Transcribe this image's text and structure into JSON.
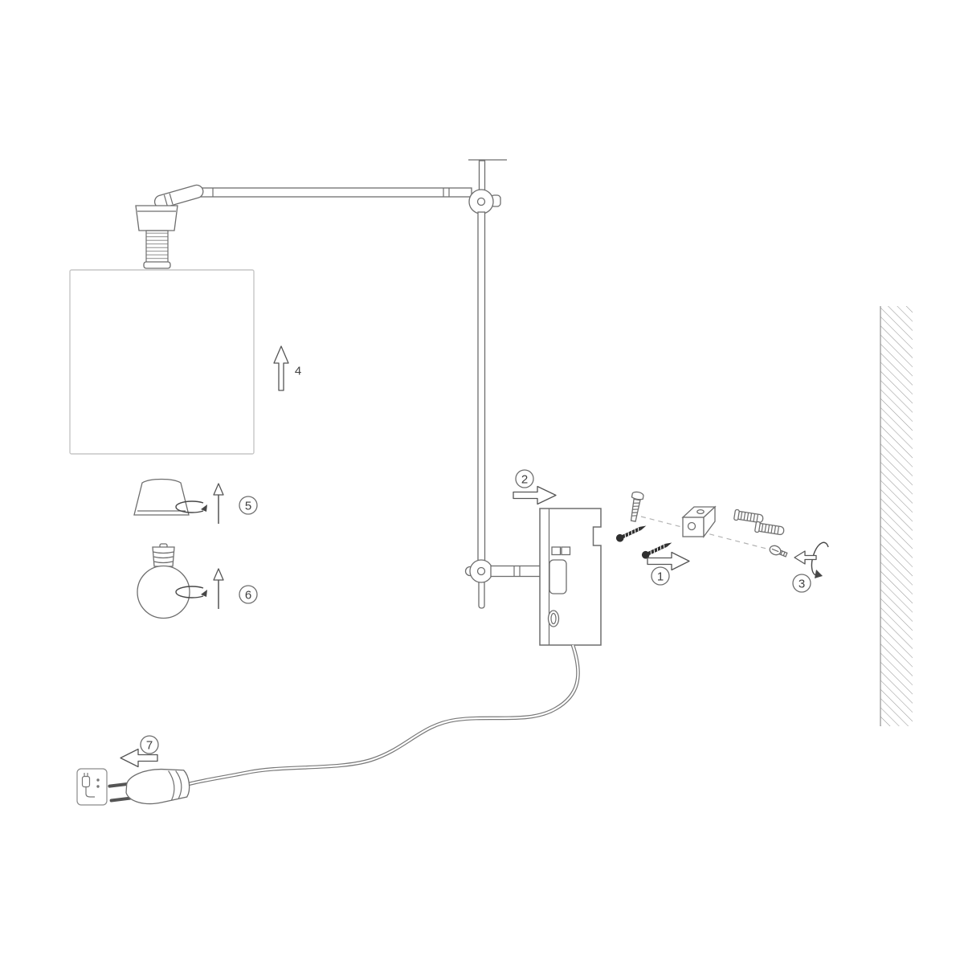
{
  "labels": {
    "step1": "1",
    "step2": "2",
    "step3": "3",
    "step4": "4",
    "step5": "5",
    "step6": "6",
    "step7": "7"
  },
  "colors": {
    "background": "#ffffff",
    "outline": "#6e6e6e",
    "light_outline": "#c6c6c6",
    "dark_part": "#2f2f2f",
    "wall_hatch": "#9a9a9a",
    "label_text": "#3f3f3f"
  },
  "icons": [
    "swing-arm-lamp",
    "lampshade",
    "shade-ring",
    "light-bulb",
    "wall-mount-box",
    "mounting-screws",
    "wall-bracket",
    "wall-plugs",
    "fixing-screw",
    "rotation-arrow",
    "direction-arrow",
    "wall-section",
    "power-cord",
    "euro-plug",
    "plug-pictogram"
  ]
}
